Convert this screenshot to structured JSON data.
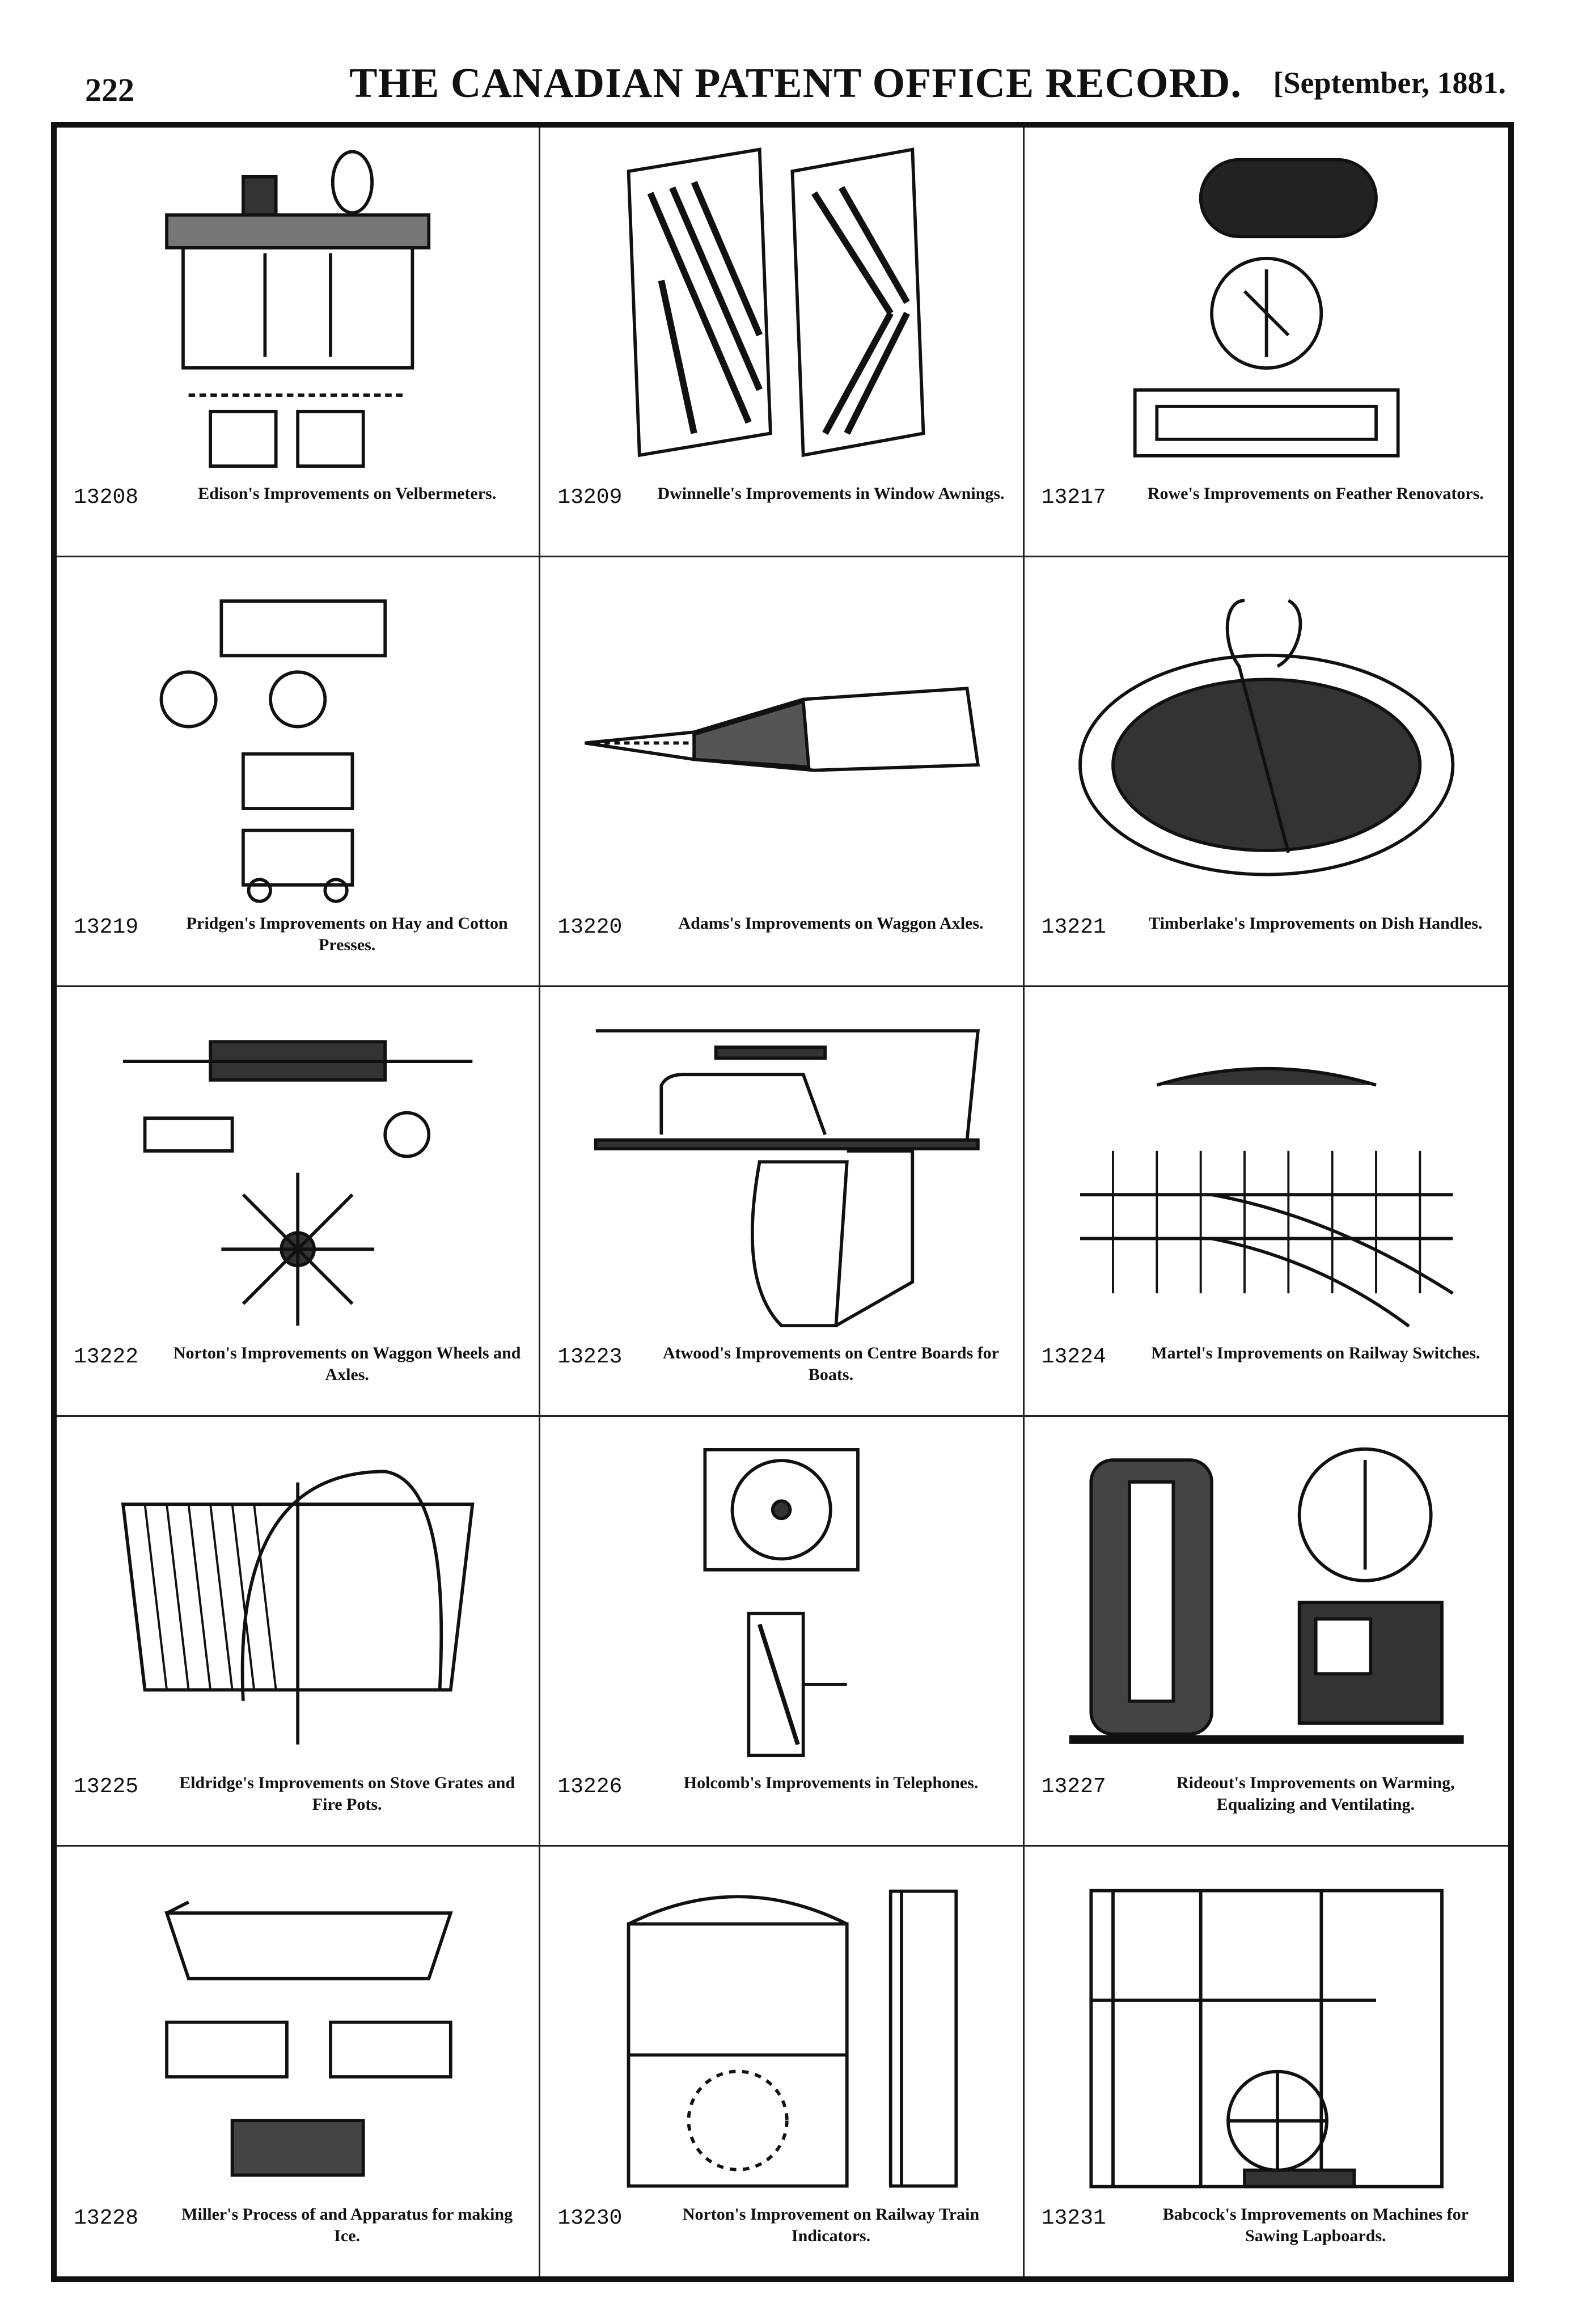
{
  "header": {
    "page_number": "222",
    "publication_title": "THE CANADIAN PATENT OFFICE RECORD.",
    "date": "[September, 1881."
  },
  "patents": [
    {
      "number": "13208",
      "title": "Edison's Improvements on Velbermeters."
    },
    {
      "number": "13209",
      "title": "Dwinnelle's Improvements in Window Awnings."
    },
    {
      "number": "13217",
      "title": "Rowe's Improvements on Feather Renovators."
    },
    {
      "number": "13219",
      "title": "Pridgen's Improvements on Hay and Cotton Presses."
    },
    {
      "number": "13220",
      "title": "Adams's Improvements on Waggon Axles."
    },
    {
      "number": "13221",
      "title": "Timberlake's Improvements on Dish Handles."
    },
    {
      "number": "13222",
      "title": "Norton's Improvements on Waggon Wheels and Axles."
    },
    {
      "number": "13223",
      "title": "Atwood's Improvements on Centre Boards for Boats."
    },
    {
      "number": "13224",
      "title": "Martel's Improvements on Railway Switches."
    },
    {
      "number": "13225",
      "title": "Eldridge's Improvements on Stove Grates and Fire Pots."
    },
    {
      "number": "13226",
      "title": "Holcomb's Improvements in Telephones."
    },
    {
      "number": "13227",
      "title": "Rideout's Improvements on Warming, Equalizing and Ventilating."
    },
    {
      "number": "13228",
      "title": "Miller's Process of and Apparatus for making Ice."
    },
    {
      "number": "13230",
      "title": "Norton's Improvement on Railway Train Indicators."
    },
    {
      "number": "13231",
      "title": "Babcock's Improvements on Machines for Sawing Lapboards."
    }
  ]
}
